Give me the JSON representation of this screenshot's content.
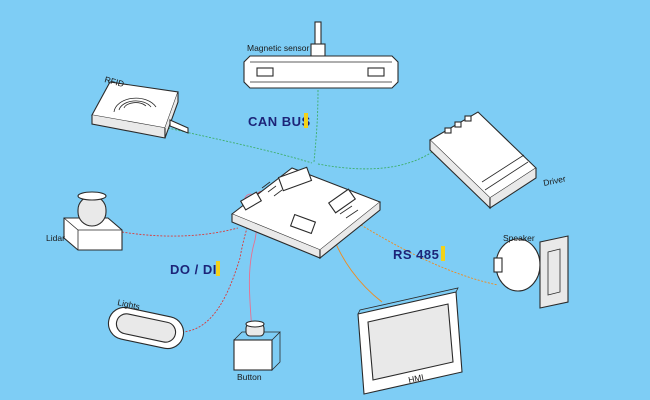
{
  "colors": {
    "background": "#7ecdf5",
    "bus_marker": "#f3d21a",
    "bus_text": "#1c2478",
    "wire_green": "#3fae6a",
    "wire_orange": "#f08a1c",
    "wire_red": "#d93a3a",
    "wire_pink": "#e86f8f"
  },
  "devices": {
    "magnetic_sensor": "Magnetic sensor",
    "rfid": "RFID",
    "driver": "Driver",
    "lidar": "Lidar",
    "speaker": "Speaker",
    "lights": "Lights",
    "button": "Button",
    "hmi": "HMI"
  },
  "buses": {
    "can": "CAN BUS",
    "dodi": "DO / DI",
    "rs485": "RS 485"
  }
}
